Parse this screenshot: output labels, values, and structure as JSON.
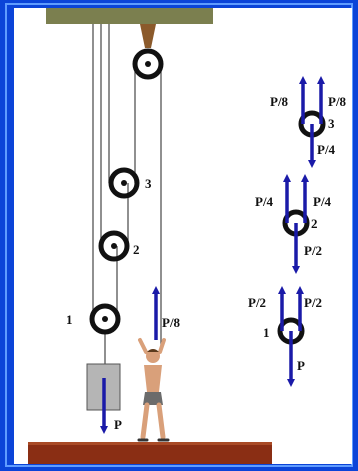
{
  "colors": {
    "frame_blue": "#0b44d8",
    "frame_highlight": "#5f9cff",
    "background": "#ffffff",
    "arrow_blue": "#1a1aa8",
    "ceiling": "#7b7f4f",
    "floor": "#8a2e14",
    "pulley": "#111111",
    "rope": "#555555",
    "weight": "#b5b5b5"
  },
  "left_system": {
    "pulley_labels": [
      "1",
      "2",
      "3"
    ],
    "weight_force": "P",
    "pull_force": "P/8"
  },
  "free_body": [
    {
      "pulley": "3",
      "left_up": "P/8",
      "right_up": "P/8",
      "down": "P/4"
    },
    {
      "pulley": "2",
      "left_up": "P/4",
      "right_up": "P/4",
      "down": "P/2"
    },
    {
      "pulley": "1",
      "left_up": "P/2",
      "right_up": "P/2",
      "down": "P"
    }
  ]
}
